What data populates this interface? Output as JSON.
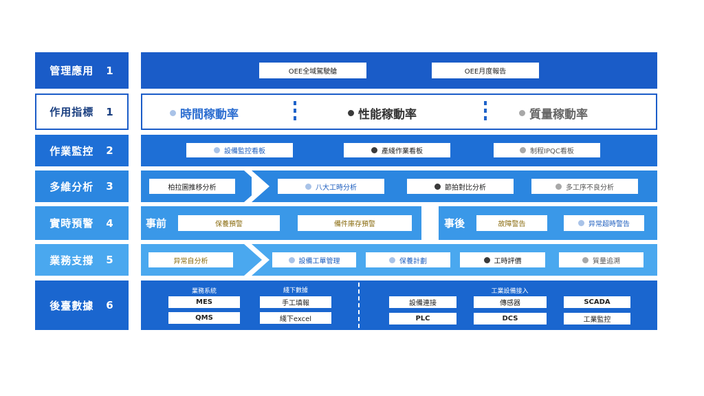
{
  "rows": [
    {
      "label": "管理應用",
      "num": "1",
      "color": "#1a5cc8"
    },
    {
      "label": "作用指標",
      "num": "1",
      "color": "#ffffff"
    },
    {
      "label": "作業監控",
      "num": "2",
      "color": "#1e6fd6"
    },
    {
      "label": "多維分析",
      "num": "3",
      "color": "#2b86e0"
    },
    {
      "label": "實時預警",
      "num": "4",
      "color": "#3a98e8"
    },
    {
      "label": "業務支撐",
      "num": "5",
      "color": "#4aa8ef"
    },
    {
      "label": "後臺數據",
      "num": "6",
      "color": "#1a66cf"
    }
  ],
  "mgmt": {
    "items": [
      "OEE全域駕駛艙",
      "OEE月度報告"
    ]
  },
  "indicators": {
    "items": [
      "時間稼動率",
      "性能稼動率",
      "質量稼動率"
    ]
  },
  "monitor": {
    "items": [
      "設備監控看板",
      "產綫作業看板",
      "制程IPQC看板"
    ]
  },
  "analysis": {
    "items": [
      "柏拉圖推移分析",
      "八大工時分析",
      "節拍對比分析",
      "多工序不良分析"
    ]
  },
  "alert": {
    "before_label": "事前",
    "before_items": [
      "保養預警",
      "備件庫存預警"
    ],
    "after_label": "事後",
    "after_items": [
      "故障警告",
      "异常超時警告"
    ]
  },
  "support": {
    "items": [
      "异常自分析",
      "設備工單管理",
      "保養計劃",
      "工時評價",
      "質量追溯"
    ]
  },
  "backend": {
    "group1_title": "業務系統",
    "group1_items": [
      "MES",
      "QMS"
    ],
    "group2_title": "綫下數據",
    "group2_items": [
      "手工填報",
      "綫下excel"
    ],
    "group3_title": "工業設備接入",
    "group3_items": [
      "設備連接",
      "傳感器",
      "SCADA",
      "PLC",
      "DCS",
      "工業監控"
    ]
  },
  "colors": {
    "dot_light_blue": "#a9c3e8",
    "dot_dark_grey": "#3a3a3a",
    "dot_light_grey": "#a8a8a8",
    "accent_blue": "#1f63c9"
  }
}
